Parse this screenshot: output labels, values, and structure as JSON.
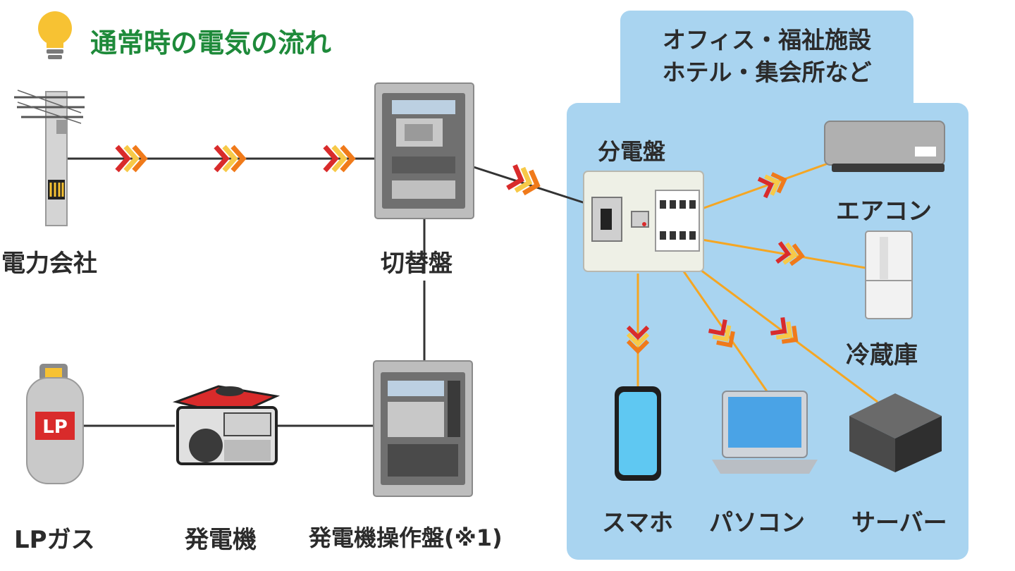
{
  "title": "通常時の電気の流れ",
  "facility": {
    "line1": "オフィス・福祉施設",
    "line2": "ホテル・集会所など"
  },
  "nodes": {
    "power_company": "電力会社",
    "switch_panel": "切替盤",
    "lp_gas": "LPガス",
    "generator": "発電機",
    "generator_panel": "発電機操作盤(※1)",
    "distribution_board": "分電盤",
    "aircon": "エアコン",
    "fridge": "冷蔵庫",
    "smartphone": "スマホ",
    "pc": "パソコン",
    "server": "サーバー"
  },
  "colors": {
    "title": "#1e8a3a",
    "panel_bg": "#a9d4f0",
    "flow_line": "#f5a623",
    "chevron_red": "#d92b2b",
    "chevron_yellow": "#f7c948",
    "chevron_orange": "#f07a1a"
  }
}
